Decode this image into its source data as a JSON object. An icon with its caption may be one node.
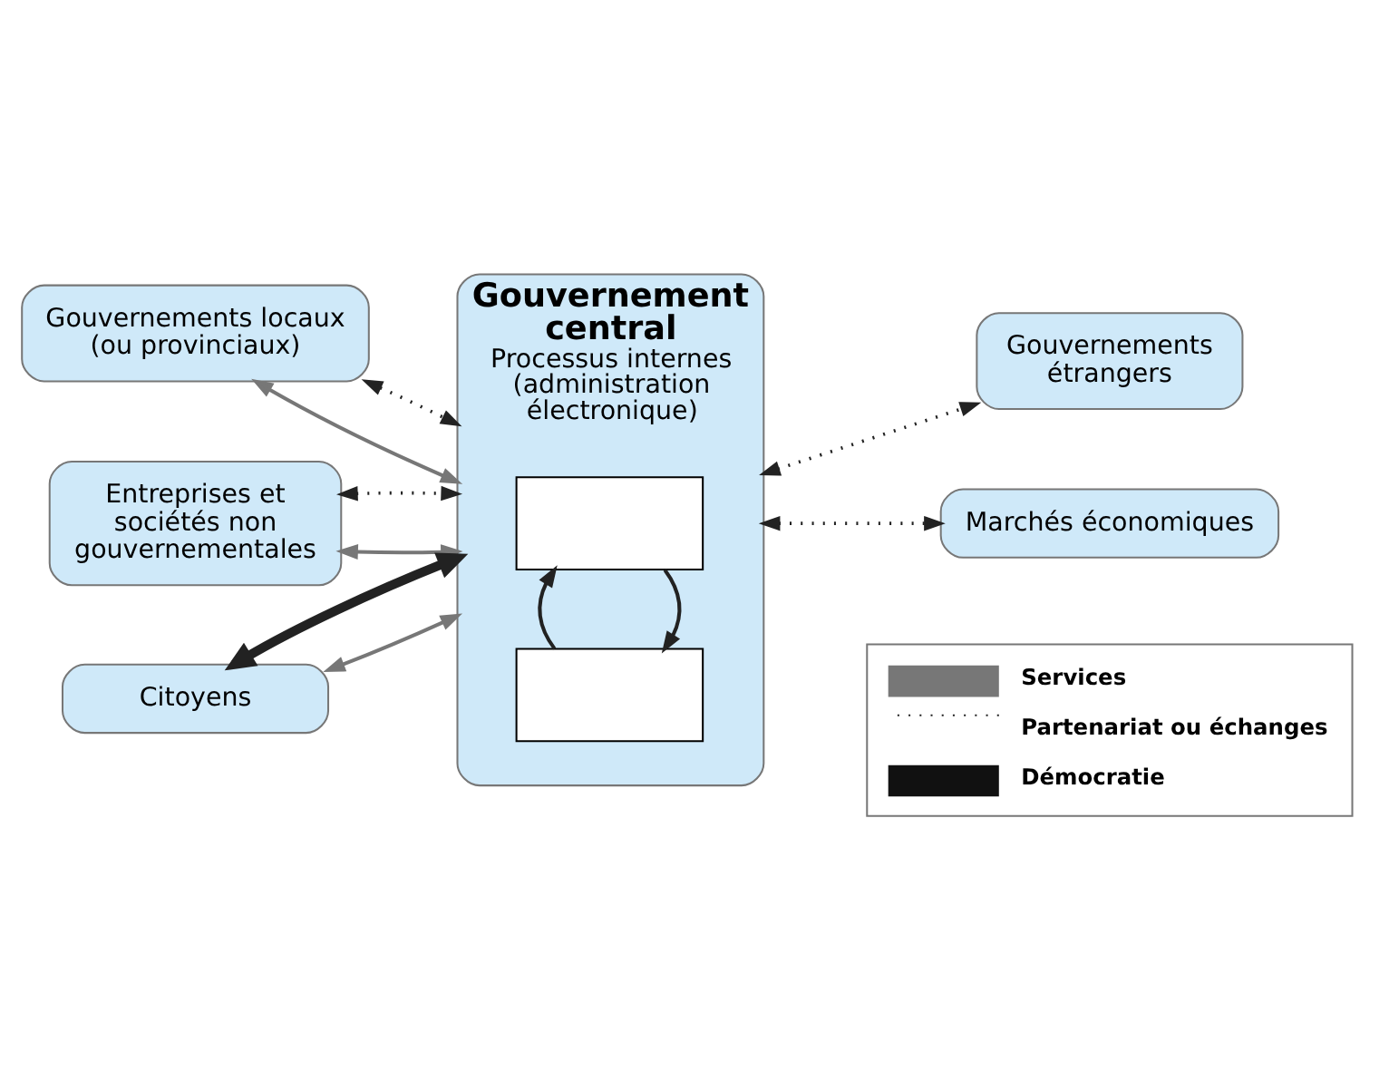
{
  "diagram": {
    "nodes": [
      {
        "text": [
          "Gouvernement central",
          "Processus internes (administration électronique)"
        ]
      },
      {
        "text": [],
        "shape": "box",
        "in": 0
      },
      {
        "text": [],
        "shape": "box",
        "in": 0
      },
      {
        "text": [
          "Gouvernements locaux (ou provinciaux)"
        ]
      },
      {
        "text": [
          "Entreprises et sociétés non gouvernementales"
        ]
      },
      {
        "text": [
          "Gouvernements étrangers"
        ]
      },
      {
        "text": [
          "Marchés économiques"
        ]
      },
      {
        "text": [
          "Citoyens"
        ]
      }
    ],
    "edges": [
      {
        "from": 1,
        "to": 2,
        "arrow": "to"
      },
      {
        "from": 2,
        "to": 1,
        "arrow": "to"
      },
      {
        "from": 3,
        "to": 0,
        "arrow": "both",
        "color": "#777777"
      },
      {
        "from": 3,
        "to": 0,
        "arrow": "both",
        "style": "dashed"
      },
      {
        "from": 0,
        "to": 5,
        "arrow": "both",
        "style": "dashed"
      },
      {
        "from": 4,
        "to": 0,
        "arrow": "both",
        "color": "#777777"
      },
      {
        "from": 4,
        "to": 0,
        "arrow": "both",
        "style": "dashed"
      },
      {
        "from": 0,
        "to": 6,
        "arrow": "both",
        "style": "dashed"
      },
      {
        "from": 7,
        "to": 0,
        "arrow": "both",
        "color": "#777777"
      },
      {
        "from": 7,
        "to": 0,
        "arrow": "both",
        "style": "thick"
      }
    ],
    "legend": [
      {
        "text": "Services"
      },
      {
        "text": "Partenariat ou échanges"
      },
      {
        "text": "Démocratie"
      }
    ]
  }
}
